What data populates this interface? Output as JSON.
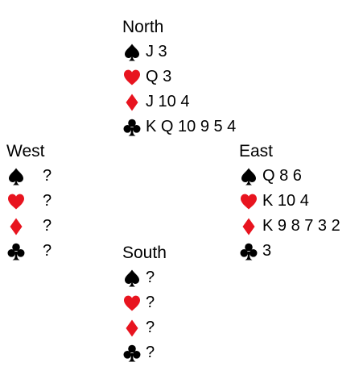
{
  "colors": {
    "black_suit": "#000000",
    "red_suit": "#e8141f"
  },
  "hands": {
    "north": {
      "title": "North",
      "spades": "J 3",
      "hearts": "Q 3",
      "diamonds": "J 10 4",
      "clubs": "K Q 10 9 5 4"
    },
    "west": {
      "title": "West",
      "spades": "?",
      "hearts": "?",
      "diamonds": "?",
      "clubs": "?"
    },
    "east": {
      "title": "East",
      "spades": "Q 8 6",
      "hearts": "K 10 4",
      "diamonds": "K 9 8 7 3 2",
      "clubs": "3"
    },
    "south": {
      "title": "South",
      "spades": "?",
      "hearts": "?",
      "diamonds": "?",
      "clubs": "?"
    }
  },
  "icons": [
    "spade-icon",
    "heart-icon",
    "diamond-icon",
    "club-icon"
  ]
}
